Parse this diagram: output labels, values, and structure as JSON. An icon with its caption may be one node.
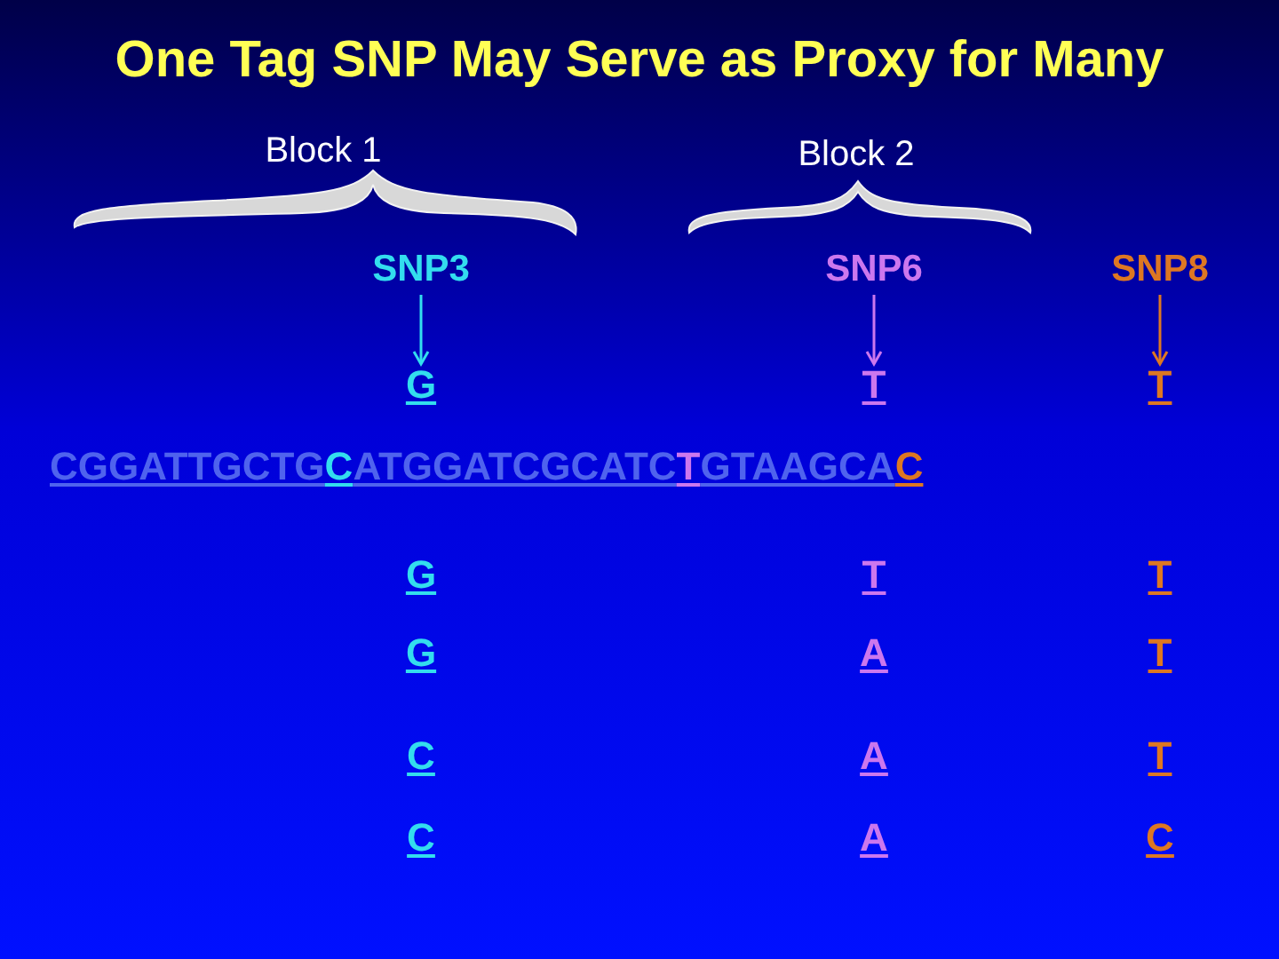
{
  "diagram": {
    "title": "One Tag SNP May Serve as Proxy for Many",
    "nodes": [
      {
        "text": [
          "SNP3"
        ]
      },
      {
        "text": [
          "SNP6"
        ]
      },
      {
        "text": [
          "SNP8"
        ]
      },
      {
        "text": [
          "G"
        ]
      },
      {
        "text": [
          "T"
        ]
      },
      {
        "text": [
          "T"
        ]
      }
    ],
    "edges": [
      {
        "from": 0,
        "to": 3,
        "arrow": "to",
        "color": "#33ddee"
      },
      {
        "from": 1,
        "to": 4,
        "arrow": "to",
        "color": "#cc77ee"
      },
      {
        "from": 2,
        "to": 5,
        "arrow": "to",
        "color": "#dd7722"
      }
    ],
    "labels": [
      "Block 1",
      "Block 2",
      "CGGATTGCTG",
      "C",
      "ATGGATCGCATC",
      "T",
      "GTAAGCA",
      "C",
      "G",
      "T",
      "T",
      "G",
      "A",
      "T",
      "C",
      "A",
      "T",
      "C",
      "A",
      "C"
    ]
  }
}
